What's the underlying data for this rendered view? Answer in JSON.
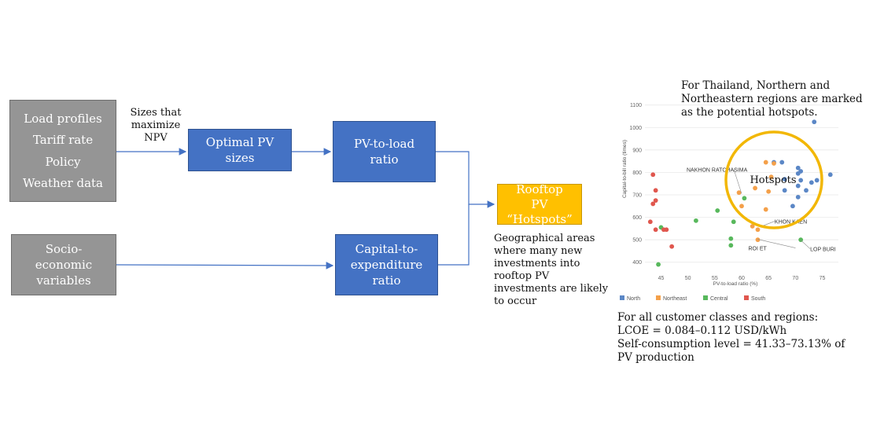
{
  "inputs": {
    "group1": [
      "Load profiles",
      "Tariff rate",
      "Policy",
      "Weather data"
    ],
    "group2": "Socio-economic variables"
  },
  "annotations": {
    "sizes_note": "Sizes that maximize NPV",
    "geo_note": "Geographical areas where many new investments into rooftop PV investments are likely to occur",
    "thailand_note": "For Thailand, Northern and Northeastern regions are marked as the potential hotspots.",
    "summary": [
      "For all customer classes and regions:",
      "LCOE = 0.084–0.112 USD/kWh",
      "Self-consumption level = 41.33–73.13% of PV production"
    ]
  },
  "nodes": {
    "optimal_pv": "Optimal PV sizes",
    "pv_to_load": "PV-to-load ratio",
    "capital_to_expenditure": "Capital-to-expenditure ratio",
    "hotspots": "Rooftop PV “Hotspots”"
  },
  "colors": {
    "box_gray": "#959595",
    "box_blue": "#4472c4",
    "box_gold": "#ffc000",
    "arrow": "#4472c4",
    "north": "#5b87c6",
    "northeast": "#f4a04a",
    "central": "#58b85c",
    "south": "#e0574e",
    "circle": "#f2b705"
  },
  "chart_data": {
    "type": "scatter",
    "xlabel": "PV-to-load ratio (%)",
    "ylabel": "Capital-to-bill ratio (times)",
    "xlim": [
      42,
      78
    ],
    "ylim": [
      350,
      1120
    ],
    "x_ticks": [
      45,
      50,
      55,
      60,
      65,
      70,
      75
    ],
    "y_ticks": [
      400,
      500,
      600,
      700,
      800,
      900,
      1000,
      1100
    ],
    "grid": true,
    "legend_position": "bottom",
    "highlight_label": "Hotspots",
    "series": [
      {
        "name": "North",
        "color": "#5b87c6",
        "points": [
          [
            73.5,
            1025
          ],
          [
            66,
            845
          ],
          [
            67.5,
            845
          ],
          [
            70.5,
            820
          ],
          [
            71,
            805
          ],
          [
            70.5,
            795
          ],
          [
            76.5,
            790
          ],
          [
            71,
            765
          ],
          [
            68,
            770
          ],
          [
            74,
            765
          ],
          [
            73,
            755
          ],
          [
            70.5,
            740
          ],
          [
            68,
            720
          ],
          [
            72,
            720
          ],
          [
            70.5,
            690
          ],
          [
            69.5,
            650
          ]
        ]
      },
      {
        "name": "Northeast",
        "color": "#f4a04a",
        "points": [
          [
            64.5,
            845
          ],
          [
            66,
            840
          ],
          [
            65.5,
            780
          ],
          [
            62.5,
            730
          ],
          [
            65,
            715
          ],
          [
            59.5,
            710
          ],
          [
            60,
            650
          ],
          [
            64.5,
            635
          ],
          [
            62,
            560
          ],
          [
            63,
            545
          ],
          [
            63,
            500
          ]
        ]
      },
      {
        "name": "Central",
        "color": "#58b85c",
        "points": [
          [
            60.5,
            685
          ],
          [
            55.5,
            630
          ],
          [
            58.5,
            580
          ],
          [
            51.5,
            585
          ],
          [
            45,
            555
          ],
          [
            58,
            505
          ],
          [
            58,
            475
          ],
          [
            71,
            500
          ],
          [
            44.5,
            390
          ]
        ]
      },
      {
        "name": "South",
        "color": "#e0574e",
        "points": [
          [
            43.5,
            790
          ],
          [
            44,
            720
          ],
          [
            44,
            675
          ],
          [
            43.5,
            660
          ],
          [
            43,
            580
          ],
          [
            44,
            545
          ],
          [
            45.5,
            545
          ],
          [
            46,
            545
          ],
          [
            47,
            470
          ]
        ]
      }
    ],
    "annotations": [
      {
        "text": "NAKHON RATCHASIMA",
        "x": 60,
        "y": 705
      },
      {
        "text": "KHON KAEN",
        "x": 63.5,
        "y": 558
      },
      {
        "text": "ROI ET",
        "x": 63,
        "y": 502
      },
      {
        "text": "LOP BURI",
        "x": 71,
        "y": 498
      }
    ]
  }
}
